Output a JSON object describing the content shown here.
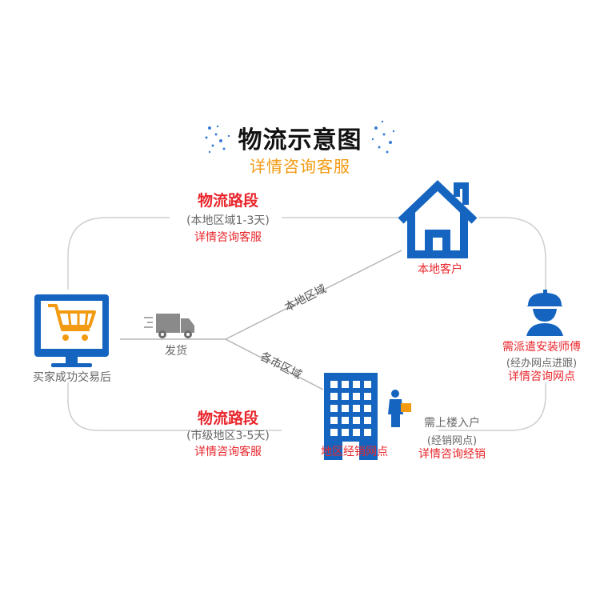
{
  "header": {
    "title": "物流示意图",
    "subtitle": "详情咨询客服"
  },
  "route_top": {
    "heading": "物流路段",
    "detail": "(本地区域1-3天)",
    "contact": "详情咨询客服"
  },
  "route_bottom": {
    "heading": "物流路段",
    "detail": "(市级地区3-5天)",
    "contact": "详情咨询客服"
  },
  "buyer": {
    "label": "买家成功交易后"
  },
  "shipping": {
    "label": "发货"
  },
  "branches": {
    "local": "本地区域",
    "city": "各市区域"
  },
  "local_customer": {
    "label": "本地客户"
  },
  "installer": {
    "title": "需派遣安装师傅",
    "detail": "(经办网点进跟)",
    "contact": "详情咨询网点"
  },
  "dealer": {
    "label": "地区经销网点"
  },
  "delivery": {
    "title": "需上楼入户",
    "detail": "(经销网点)",
    "contact": "详情咨询经销"
  },
  "colors": {
    "blue": "#1565c0",
    "red": "#e8262c",
    "orange": "#f29a12",
    "line": "#cccccc"
  }
}
